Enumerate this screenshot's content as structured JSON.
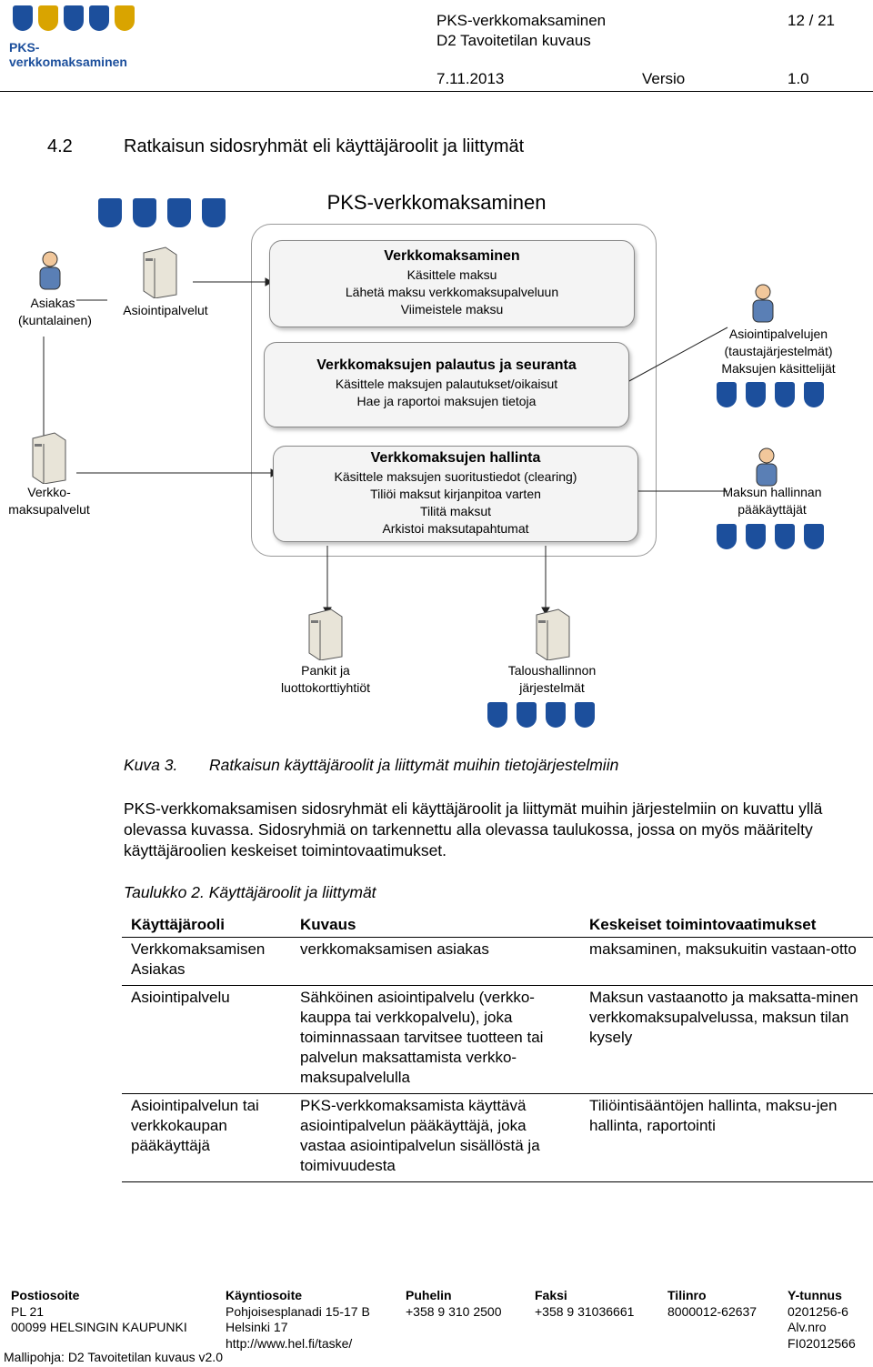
{
  "header": {
    "logo_text": "PKS-verkkomaksaminen",
    "title": "PKS-verkkomaksaminen",
    "subtitle": "D2 Tavoitetilan kuvaus",
    "page": "12 / 21",
    "date": "7.11.2013",
    "version_label": "Versio",
    "version": "1.0"
  },
  "section": {
    "number": "4.2",
    "title": "Ratkaisun sidosryhmät eli käyttäjäroolit ja liittymät"
  },
  "diagram": {
    "title": "PKS-verkkomaksaminen",
    "actors": {
      "asiakas": "Asiakas (kuntalainen)",
      "asiointipalvelut": "Asiointipalvelut",
      "verkkomaksupalvelut": "Verkko-maksupalvelut",
      "asiointipalvelujen": "Asiointipalvelujen (taustajärjestelmät) Maksujen käsittelijät",
      "maksun_hallinnan": "Maksun hallinnan pääkäyttäjät",
      "pankit": "Pankit ja luottokorttiyhtiöt",
      "taloushallinnon": "Taloushallinnon järjestelmät"
    },
    "boxes": {
      "verkkomaksaminen": {
        "title": "Verkkomaksaminen",
        "lines": [
          "Käsittele maksu",
          "Lähetä maksu verkkomaksupalveluun",
          "Viimeistele maksu"
        ]
      },
      "palautus": {
        "title": "Verkkomaksujen palautus ja seuranta",
        "lines": [
          "Käsittele maksujen palautukset/oikaisut",
          "Hae ja raportoi maksujen tietoja"
        ]
      },
      "hallinta": {
        "title": "Verkkomaksujen hallinta",
        "lines": [
          "Käsittele maksujen suoritustiedot (clearing)",
          "Tiliöi maksut kirjanpitoa varten",
          "Tilitä maksut",
          "Arkistoi maksutapahtumat"
        ]
      }
    }
  },
  "caption": {
    "label": "Kuva 3.",
    "text": "Ratkaisun käyttäjäroolit ja liittymät muihin tietojärjestelmiin"
  },
  "paragraph": "PKS-verkkomaksamisen sidosryhmät eli käyttäjäroolit ja liittymät muihin järjestelmiin on kuvattu yllä olevassa kuvassa. Sidosryhmiä on tarkennettu alla olevassa taulukossa, jossa on myös määritelty käyttäjäroolien keskeiset toimintovaatimukset.",
  "table_caption": "Taulukko 2. Käyttäjäroolit ja liittymät",
  "table": {
    "headers": [
      "Käyttäjärooli",
      "Kuvaus",
      "Keskeiset toimintovaatimukset"
    ],
    "rows": [
      [
        "Verkkomaksamisen Asiakas",
        "verkkomaksamisen asiakas",
        "maksaminen, maksukuitin vastaan-otto"
      ],
      [
        "Asiointipalvelu",
        "Sähköinen asiointipalvelu (verkko-kauppa tai verkkopalvelu), joka toiminnassaan tarvitsee tuotteen tai palvelun maksattamista verkko-maksupalvelulla",
        "Maksun vastaanotto ja maksatta-minen verkkomaksupalvelussa, maksun tilan kysely"
      ],
      [
        "Asiointipalvelun tai verkkokaupan pääkäyttäjä",
        "PKS-verkkomaksamista käyttävä asiointipalvelun  pääkäyttäjä, joka vastaa asiointipalvelun sisällöstä ja toimivuudesta",
        " Tiliöintisääntöjen hallinta, maksu-jen hallinta, raportointi"
      ]
    ]
  },
  "footer": {
    "postiosoite": {
      "h": "Postiosoite",
      "l1": "PL 21",
      "l2": "00099 HELSINGIN KAUPUNKI"
    },
    "kayntiosoite": {
      "h": "Käyntiosoite",
      "l1": "Pohjoisesplanadi 15-17 B",
      "l2": "Helsinki 17",
      "l3": "http://www.hel.fi/taske/"
    },
    "puhelin": {
      "h": "Puhelin",
      "l1": "+358 9 310 2500"
    },
    "faksi": {
      "h": "Faksi",
      "l1": "+358 9 31036661"
    },
    "tilinro": {
      "h": "Tilinro",
      "l1": "8000012-62637"
    },
    "ytunnus": {
      "h": "Y-tunnus",
      "l1": "0201256-6",
      "l2": "Alv.nro",
      "l3": "FI02012566"
    },
    "template": "Mallipohja: D2 Tavoitetilan kuvaus v2.0"
  },
  "colors": {
    "crest_blue": "#1c4f9c",
    "crest_gold": "#d9a400",
    "logo_text": "#1c4f9c"
  }
}
